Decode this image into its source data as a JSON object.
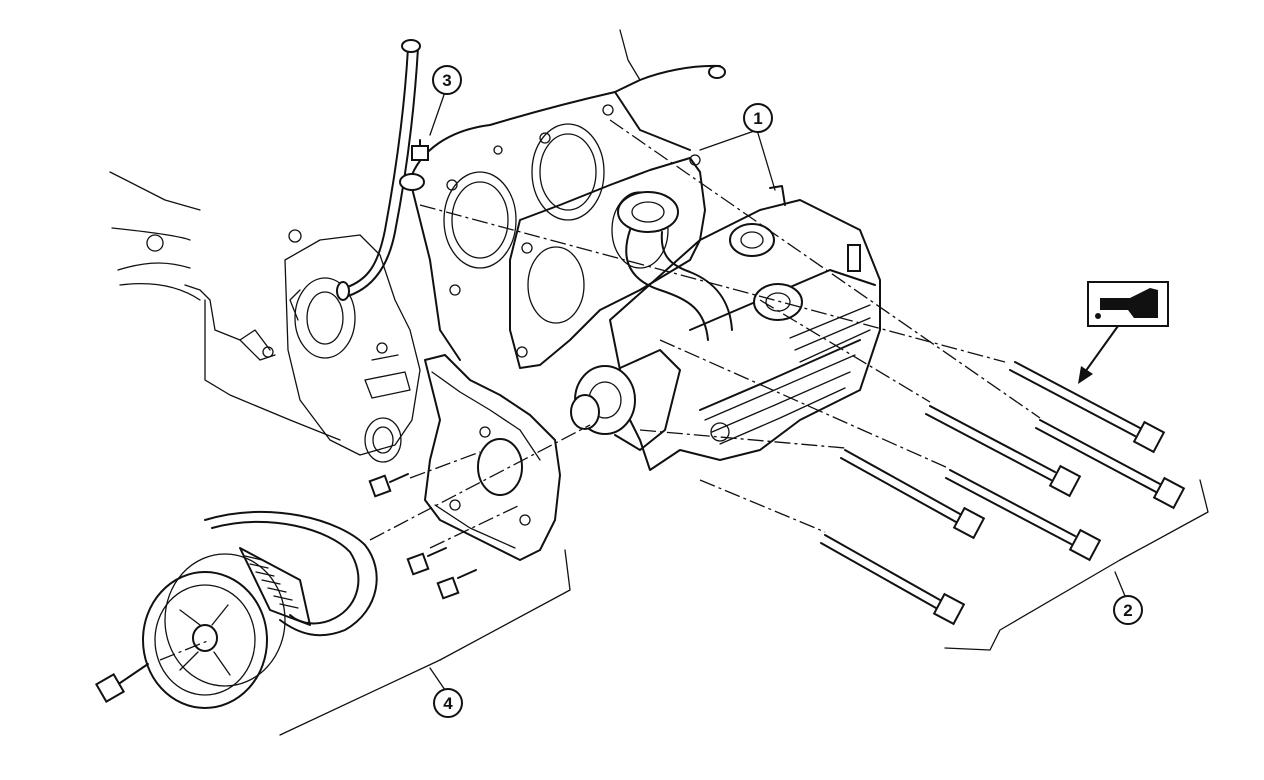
{
  "callouts": [
    {
      "id": "1",
      "label": "1"
    },
    {
      "id": "2",
      "label": "2"
    },
    {
      "id": "3",
      "label": "3"
    },
    {
      "id": "4",
      "label": "4"
    }
  ],
  "symbols": {
    "oil_application": "oil-can-icon"
  }
}
